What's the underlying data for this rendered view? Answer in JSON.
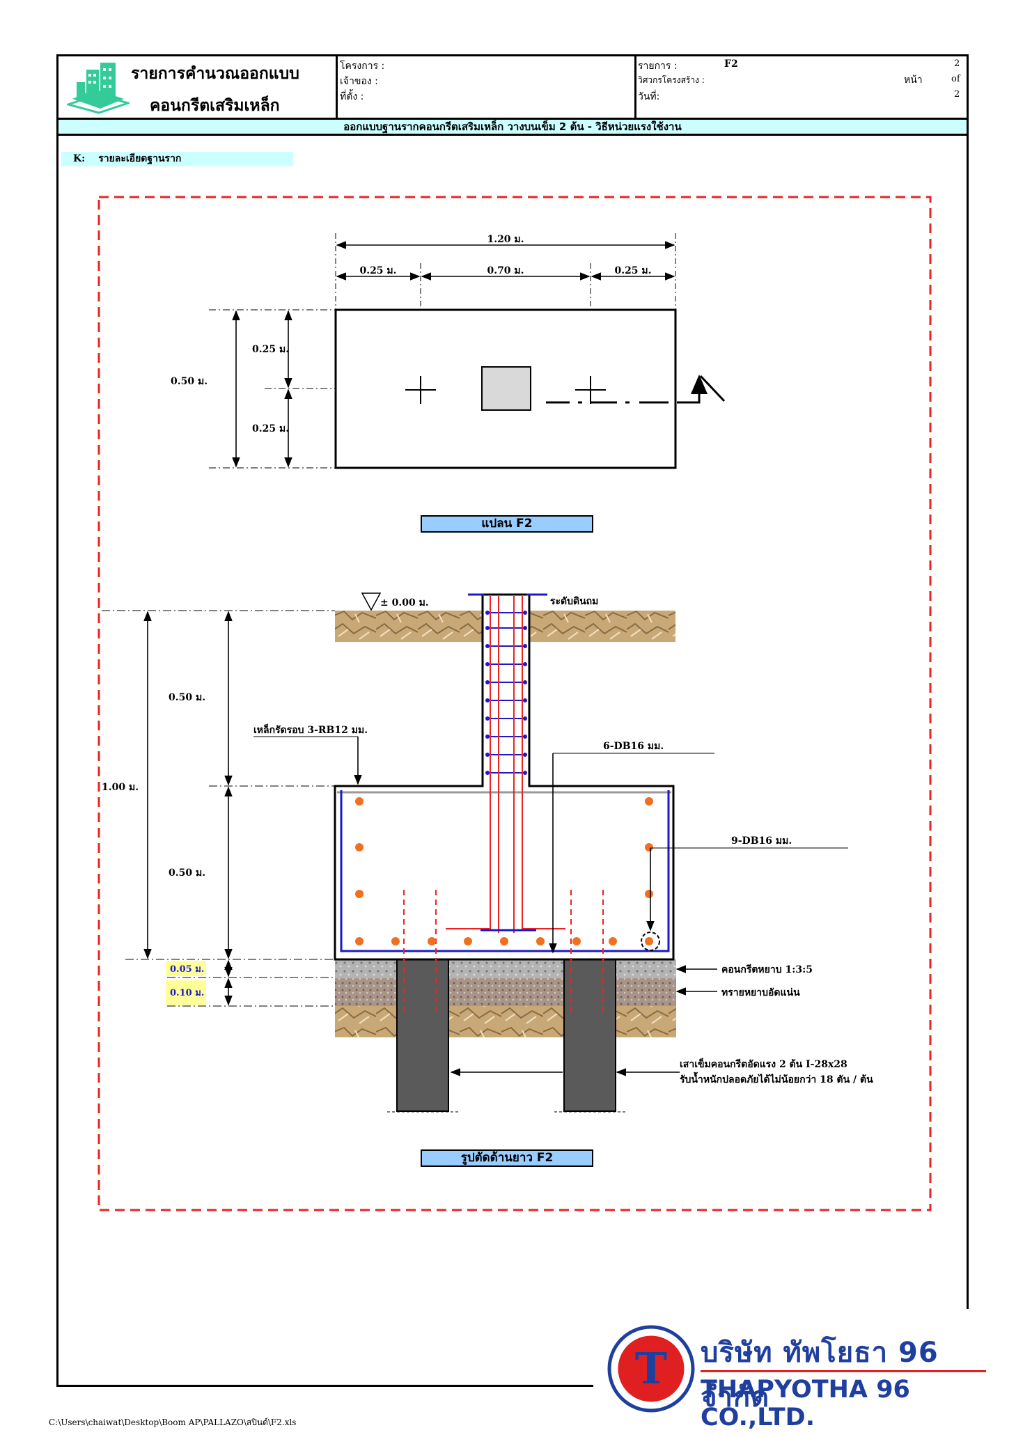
{
  "header": {
    "title_line1": "รายการคำนวณออกแบบ",
    "title_line2": "คอนกรีตเสริมเหล็ก",
    "project_label": "โครงการ :",
    "owner_label": "เจ้าของ :",
    "location_label": "ที่ตั้ง :",
    "item_label": "รายการ :",
    "item_value": "F2",
    "engineer_label": "วิศวกรโครงสร้าง :",
    "date_label": "วันที่:",
    "page_label": "หน้า",
    "page_num": "2",
    "page_of": "of",
    "page_total": "2"
  },
  "banner": "ออกแบบฐานรากคอนกรีตเสริมเหล็ก วางบนเข็ม  2 ต้น - วิธีหน่วยแรงใช้งาน",
  "section_label": {
    "key": "K:",
    "text": "รายละเอียดฐานราก"
  },
  "plan": {
    "caption": "แปลน F2",
    "dim_total_width": "1.20 ม.",
    "dim_left": "0.25 ม.",
    "dim_middle": "0.70 ม.",
    "dim_right": "0.25 ม.",
    "dim_total_height": "0.50 ม.",
    "dim_top_half": "0.25 ม.",
    "dim_bottom_half": "0.25 ม."
  },
  "section": {
    "caption": "รูปตัดด้านยาว F2",
    "level": "± 0.00 ม.",
    "ground_label": "ระดับดินถม",
    "dim_total": "1.00 ม.",
    "dim_upper": "0.50 ม.",
    "dim_lower": "0.50 ม.",
    "dim_lean": "0.05 ม.",
    "dim_sand": "0.10 ม.",
    "stirrup_label": "เหล็กรัดรอบ 3-RB12 มม.",
    "column_bar_label": "6-DB16 มม.",
    "bottom_bar_label": "9-DB16 มม.",
    "lean_label": "คอนกรีตหยาบ 1:3:5",
    "sand_label": "ทรายหยาบอัดแน่น",
    "pile_label_1": "เสาเข็มคอนกรีตอัดแรง 2 ต้น I-28x28",
    "pile_label_2": "รับน้ำหนักปลอดภัยได้ไม่น้อยกว่า 18 ตัน / ต้น"
  },
  "company": {
    "name_th": "บริษัท ทัพโยธา 96 จำกัด",
    "name_en": "THAPYOTHA 96 CO.,LTD.",
    "logo_letter": "T"
  },
  "footer_path": "C:\\Users\\chaiwat\\Desktop\\Boom AP\\PALLAZO\\สปินด์\\F2.xls",
  "colors": {
    "banner_bg": "#ccffff",
    "caption_bg": "#99ccff",
    "dashed_border": "#ee2222",
    "stirrup_blue": "#1a1acc",
    "rebar_orange": "#f07020",
    "pile_gray": "#5a5a5a",
    "highlight_yellow": "#ffff99",
    "logo_red": "#e02020",
    "logo_blue": "#1f3f9f"
  }
}
